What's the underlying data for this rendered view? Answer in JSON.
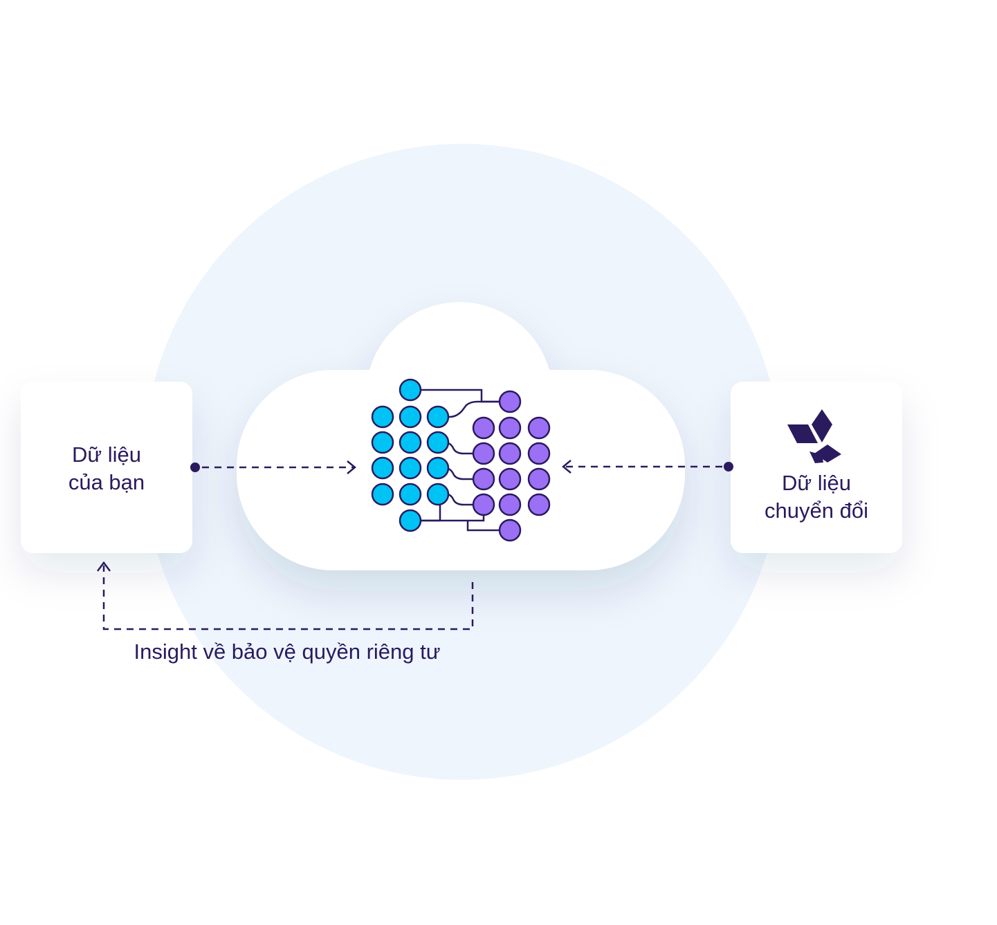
{
  "left_card": {
    "line1": "Dữ liệu",
    "line2": "của bạn"
  },
  "right_card": {
    "line1": "Dữ liệu",
    "line2": "chuyển đổi",
    "logo_icon": "diamond-cluster-logo-icon"
  },
  "bottom_label": "Insight về bảo vệ quyền riêng tư",
  "icons": {
    "cloud": "cloud-icon",
    "network": "node-network-icon",
    "arrow_left_in": "arrow-right-icon",
    "arrow_right_in": "arrow-left-icon",
    "arrow_up": "arrow-up-icon"
  },
  "colors": {
    "ink": "#2a1a5e",
    "background_circle": "#eef5fd",
    "node_blue": "#00c3f5",
    "node_purple": "#9b70f5",
    "card": "#ffffff"
  }
}
